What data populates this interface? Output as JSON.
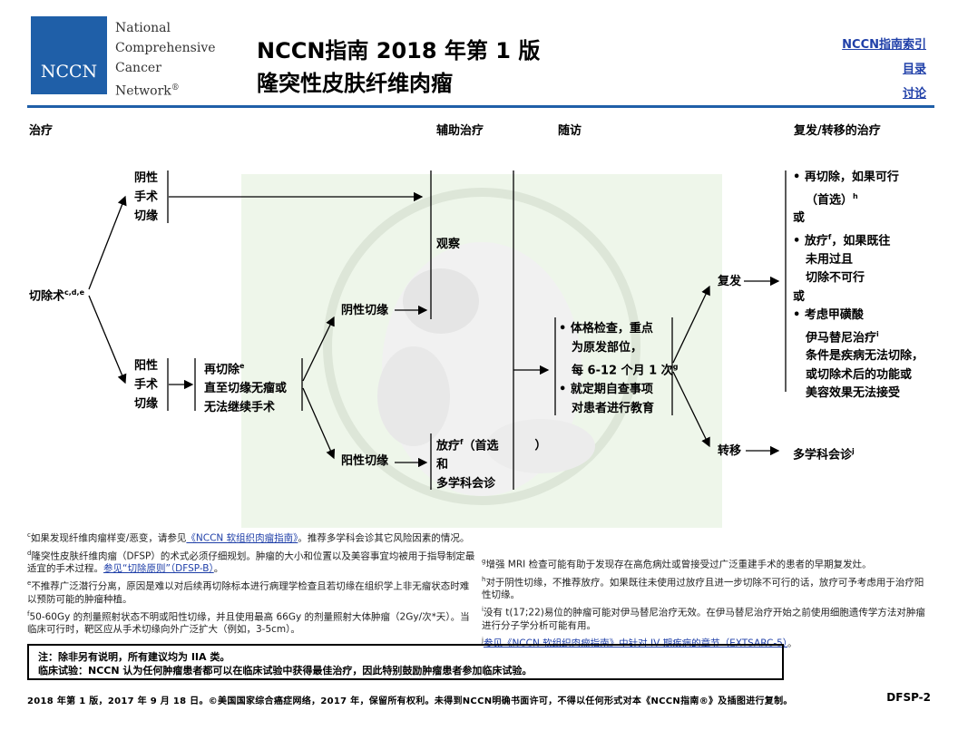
{
  "logo": {
    "box_text": "NCCN",
    "lines": [
      "National",
      "Comprehensive",
      "Cancer",
      "Network"
    ],
    "reg": "®"
  },
  "title": {
    "line1": "NCCN指南 2018 年第 1 版",
    "line2": "隆突性皮肤纤维肉瘤"
  },
  "toplinks": [
    "NCCN指南索引",
    "目录",
    "讨论"
  ],
  "headers": {
    "treatment": "治疗",
    "adjuvant": "辅助治疗",
    "followup": "随访",
    "recurrence": "复发/转移的治疗"
  },
  "nodes": {
    "resection": "切除术",
    "resection_sup": "c,d,e",
    "neg_margin": [
      "阴性",
      "手术",
      "切缘"
    ],
    "pos_margin": [
      "阳性",
      "手术",
      "切缘"
    ],
    "reresect": [
      "再切除",
      "直至切缘无瘤或",
      "无法继续手术"
    ],
    "reresect_sup": "e",
    "neg_margin2": "阴性切缘",
    "pos_margin2": "阳性切缘",
    "observe": "观察",
    "rt": [
      "放疗",
      "（首选",
      "）",
      "和",
      "多学科会诊"
    ],
    "rt_sup": "f",
    "followup": [
      "• 体格检查，重点",
      "为原发部位，",
      "每 6-12 个月 1 次",
      "• 就定期自查事项",
      "对患者进行教育"
    ],
    "followup_sup": "g",
    "recurrence": "复发",
    "metastasis": "转移",
    "mdt": "多学科会诊",
    "mdt_sup": "j",
    "rec_tx": [
      "• 再切除，如果可行",
      "（首选）",
      "或",
      "• 放疗",
      "，如果既往",
      "未用过且",
      "切除不可行",
      "或",
      "• 考虑甲磺酸",
      "伊马替尼治疗",
      "条件是疾病无法切除，",
      "或切除术后的功能或",
      "美容效果无法接受"
    ],
    "rec_sups": [
      "h",
      "f",
      "i"
    ]
  },
  "footnotes_left": [
    {
      "sup": "c",
      "text": "如果发现纤维肉瘤样变/恶变，请参见",
      "link": "《NCCN 软组织肉瘤指南》",
      "after": "。推荐多学科会诊其它风险因素的情况。"
    },
    {
      "sup": "d",
      "text": "隆突性皮肤纤维肉瘤（DFSP）的术式必须仔细规划。肿瘤的大小和位置以及美容事宜均被用于指导制定最适宜的手术过程。",
      "link": "参见“切除原则”（DFSP-B）",
      "after": "。"
    },
    {
      "sup": "e",
      "text": "不推荐广泛潜行分离，原因是难以对后续再切除标本进行病理学检查且若切缘在组织学上非无瘤状态时难以预防可能的肿瘤种植。",
      "link": "",
      "after": ""
    },
    {
      "sup": "f",
      "text": "50-60Gy 的剂量照射状态不明或阳性切缘，并且使用最高 66Gy 的剂量照射大体肿瘤（2Gy/次*天）。当临床可行时，靶区应从手术切缘向外广泛扩大（例如，3-5cm）。",
      "link": "",
      "after": ""
    }
  ],
  "footnotes_right": [
    {
      "sup": "g",
      "text": "增强 MRI 检查可能有助于发现存在高危病灶或曾接受过广泛重建手术的患者的早期复发灶。",
      "link": "",
      "after": ""
    },
    {
      "sup": "h",
      "text": "对于阴性切缘，不推荐放疗。如果既往未使用过放疗且进一步切除不可行的话，放疗可予考虑用于治疗阳性切缘。",
      "link": "",
      "after": ""
    },
    {
      "sup": "i",
      "text": "没有 t(17;22)易位的肿瘤可能对伊马替尼治疗无效。在伊马替尼治疗开始之前使用细胞遗传学方法对肿瘤进行分子学分析可能有用。",
      "link": "",
      "after": ""
    },
    {
      "sup": "j",
      "text": "",
      "link": "参见《NCCN 软组织肉瘤指南》中针对 IV 期疾病的章节（EXTSARC-5）",
      "after": "。"
    }
  ],
  "note": {
    "line1": "注：除非另有说明，所有建议均为 IIA 类。",
    "line2": "临床试验：NCCN 认为任何肿瘤患者都可以在临床试验中获得最佳治疗，因此特别鼓励肿瘤患者参加临床试验。"
  },
  "bottom": "2018 年第 1 版，2017 年 9 月 18 日。©美国国家综合癌症网络，2017 年，保留所有权利。未得到NCCN明确书面许可，不得以任何形式对本《NCCN指南®》及插图进行复制。",
  "page_no": "DFSP-2"
}
